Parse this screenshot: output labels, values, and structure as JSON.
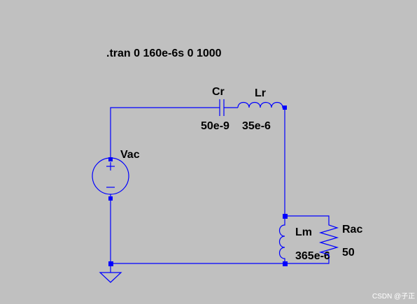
{
  "directive": ".tran 0 160e-6s 0 1000",
  "components": {
    "vac": {
      "name": "Vac"
    },
    "cr": {
      "name": "Cr",
      "value": "50e-9"
    },
    "lr": {
      "name": "Lr",
      "value": "35e-6"
    },
    "lm": {
      "name": "Lm",
      "value": "365e-6"
    },
    "rac": {
      "name": "Rac",
      "value": "50"
    }
  },
  "watermark": "CSDN @子正",
  "colors": {
    "wire": "#0000ff",
    "background": "#c0c0c0",
    "text": "#000000"
  }
}
